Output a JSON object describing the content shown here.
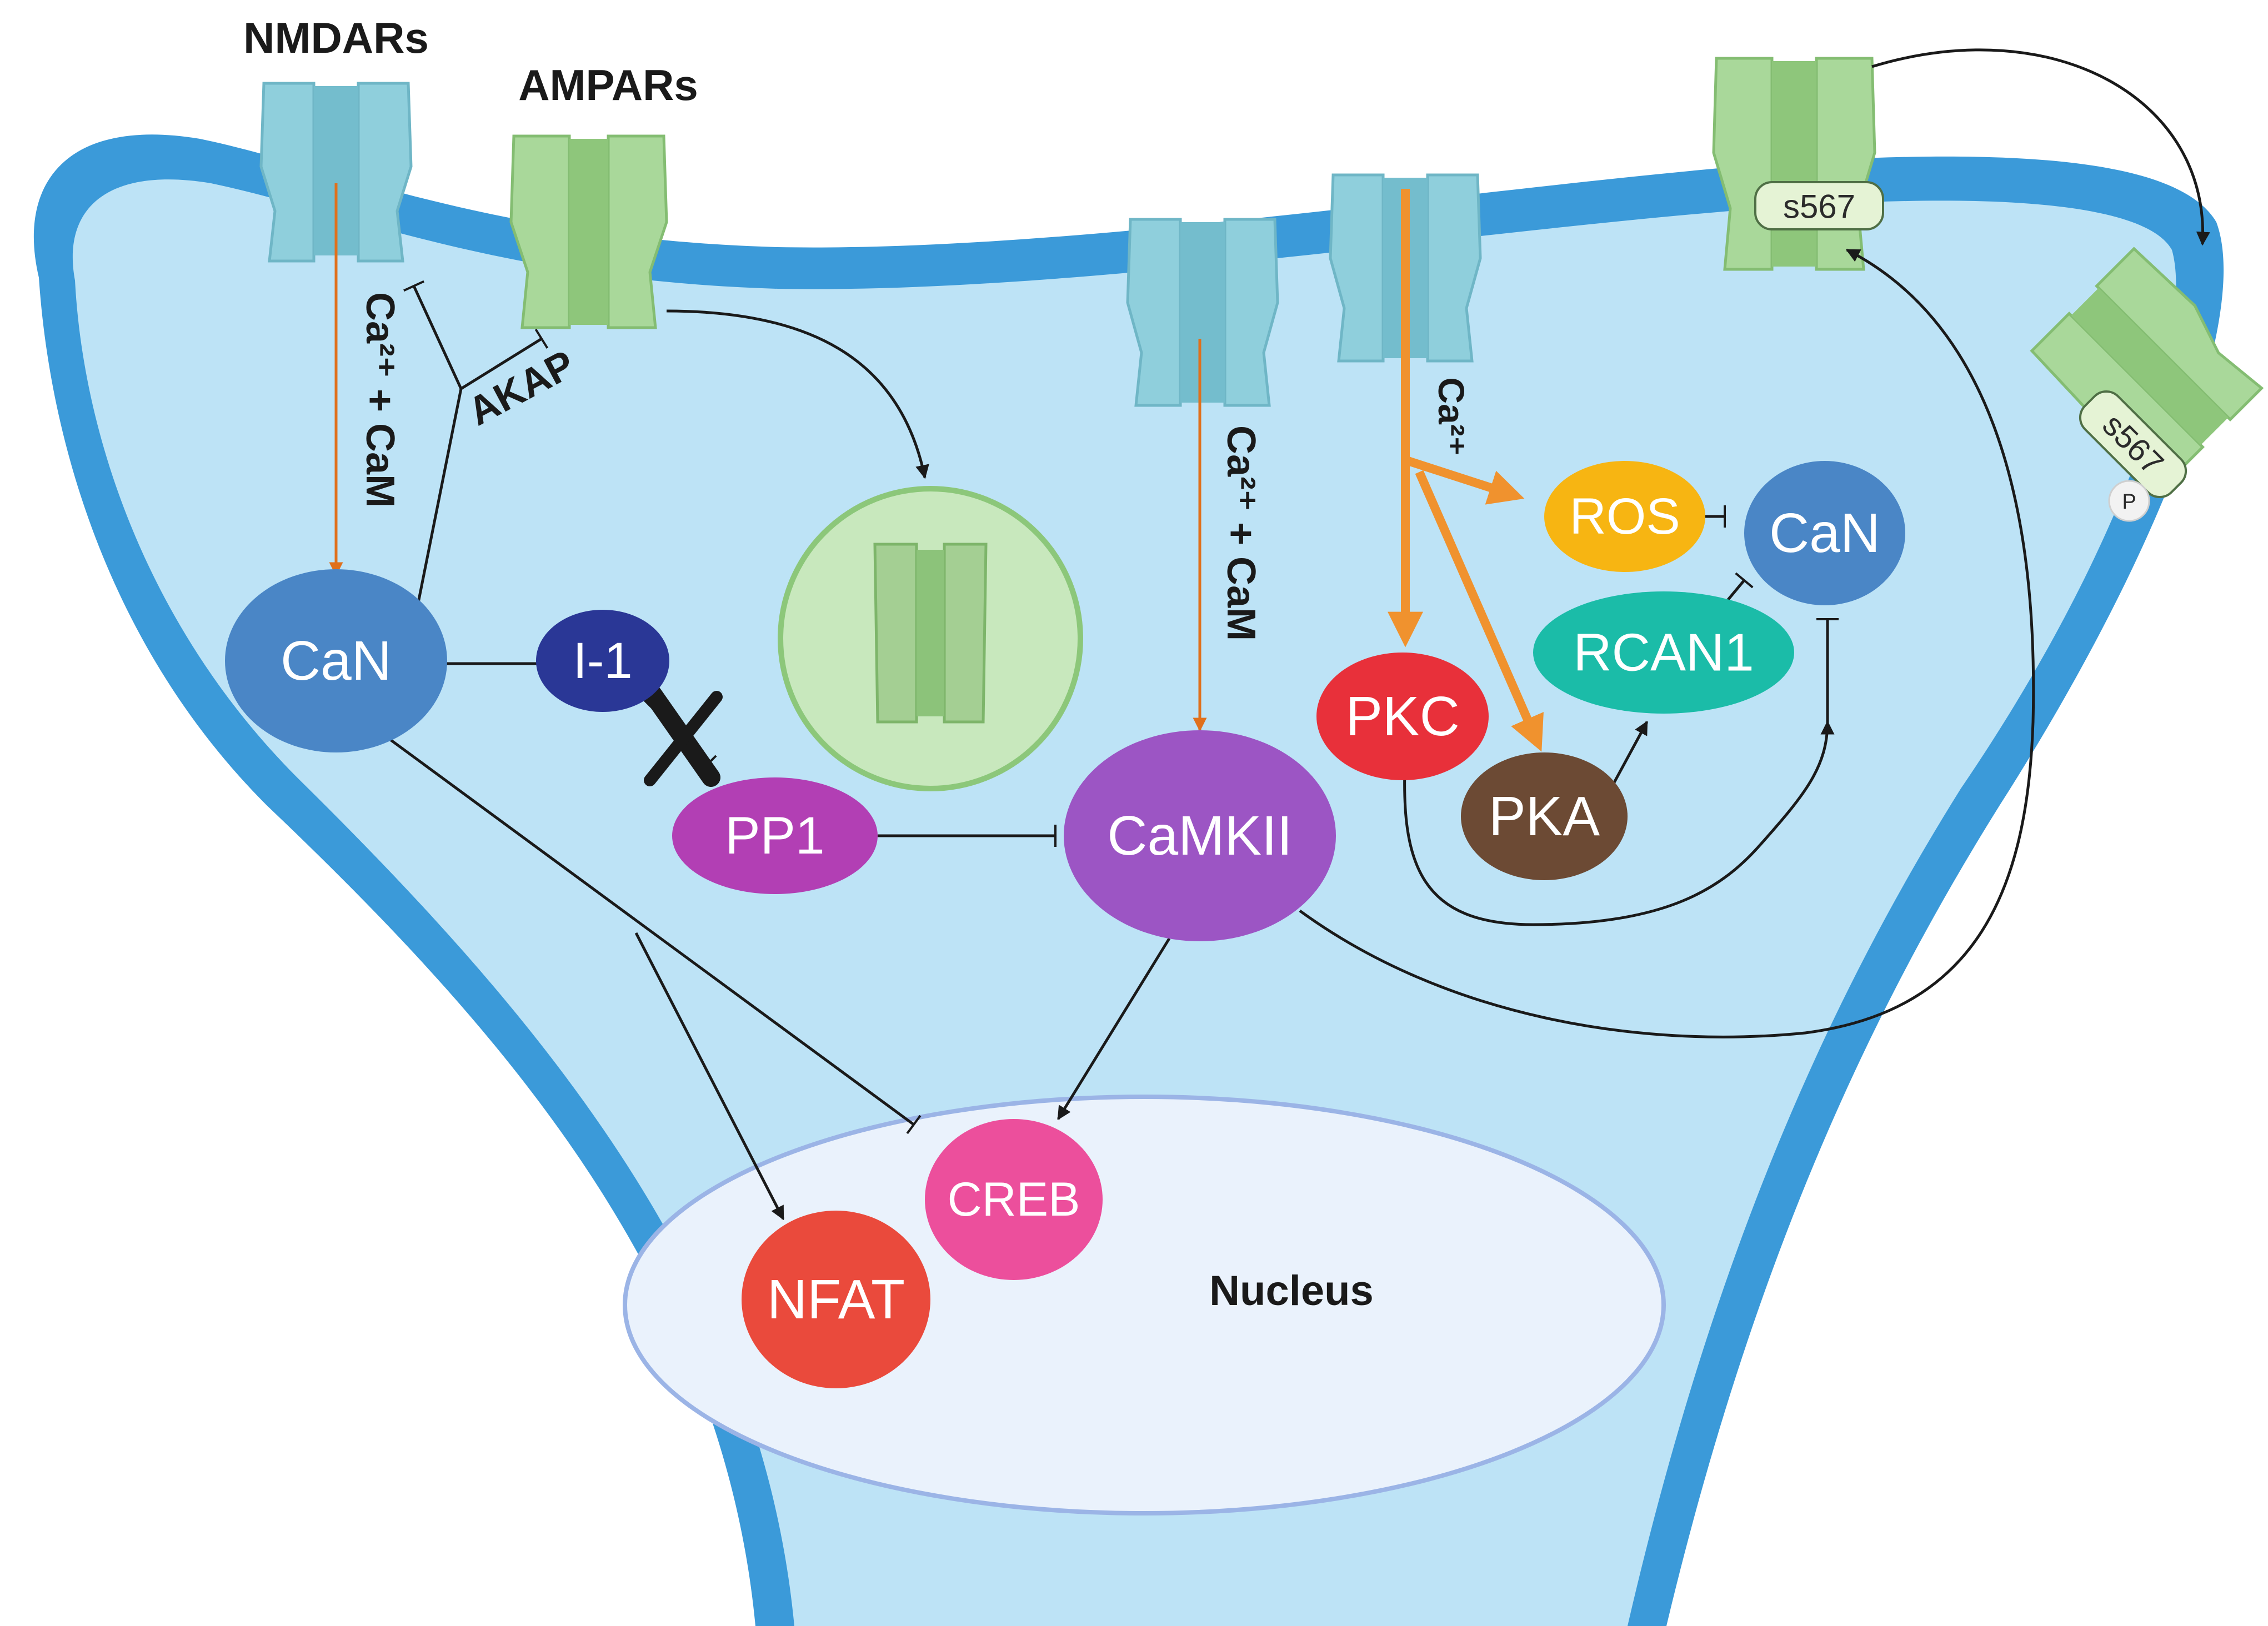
{
  "labels": {
    "nmdars": "NMDARs",
    "ampars": "AMPARs",
    "akap": "AKAP",
    "ca_cam_left": "Ca²⁺ + CaM",
    "ca_cam_mid": "Ca²⁺ + CaM",
    "ca_right": "Ca²⁺",
    "nucleus": "Nucleus",
    "s567_top": "s567",
    "s567_bottom": "s567",
    "phospho": "P"
  },
  "nodes": {
    "can_left": "CaN",
    "i1": "I-1",
    "pp1": "PP1",
    "camkii": "CaMKII",
    "creb": "CREB",
    "nfat": "NFAT",
    "pkc": "PKC",
    "pka": "PKA",
    "ros": "ROS",
    "can_right": "CaN",
    "rcan1": "RCAN1"
  },
  "colors": {
    "membrane": "#3b9ad9",
    "cytoplasm": "#bde3f6",
    "nmdar": "#8fcfdc",
    "ampar": "#a9d89a",
    "vesicle": "#c8e8bd",
    "nucleus": "#eaf2fc",
    "can": "#4a86c6",
    "i1": "#2a3796",
    "pp1": "#b23fb4",
    "camkii": "#9c55c4",
    "creb": "#ec4f9c",
    "nfat": "#ea4a3c",
    "pkc": "#e8303a",
    "pka": "#6c4a34",
    "ros": "#f7b512",
    "rcan1": "#1bbca8",
    "calcium_arrow": "#e0701c"
  }
}
